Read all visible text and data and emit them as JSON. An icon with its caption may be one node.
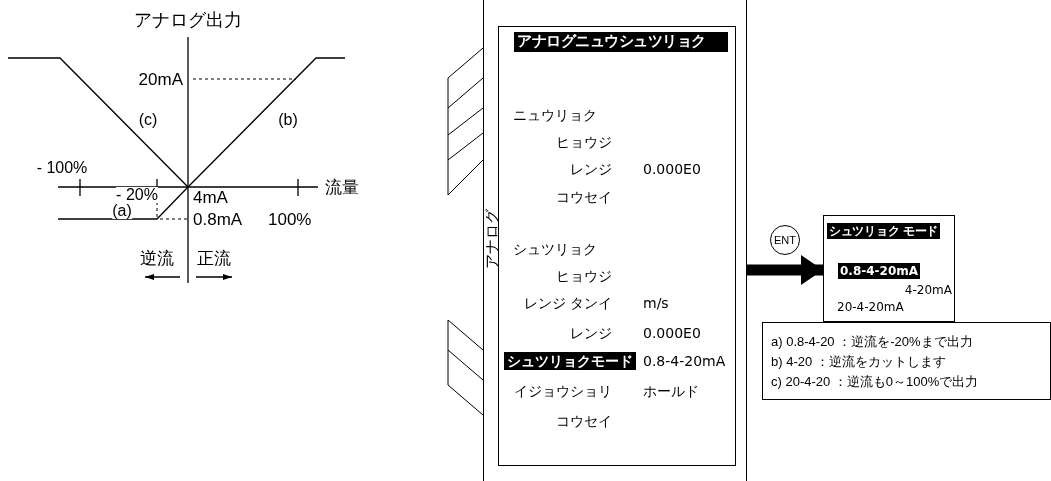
{
  "diagram": {
    "nodes": [
      {
        "text": [
          "アナログ"
        ]
      },
      {
        "text": [
          "アナログニュウシュツリョク",
          "ニュウリョク",
          "ヒョウジ",
          "レンジ",
          "0.000E0",
          "コウセイ",
          "シュツリョク",
          "ヒョウジ",
          "レンジ タンイ",
          "m/s",
          "レンジ",
          "0.000E0",
          "シュツリョクモード",
          "0.8-4-20mA",
          "イジョウショリ",
          "ホールド",
          "コウセイ"
        ],
        "in": 0
      },
      {
        "text": [
          "ENT"
        ]
      },
      {
        "text": [
          "シュツリョク モード",
          "0.8-4-20mA",
          "4-20mA",
          "20-4-20mA"
        ]
      },
      {
        "text": [
          "a) 0.8-4-20 ：逆流を-20%まで出力",
          "b) 4-20 ：逆流をカットします",
          "c) 20-4-20 ：逆流も0～100%で出力"
        ]
      }
    ],
    "edges": [
      {
        "from": 0,
        "to": 3,
        "arrow": "to"
      }
    ],
    "labels": [
      "アナログ出力",
      "20mA",
      "(c)",
      "(b)",
      "- 100%",
      "- 20%",
      "(a)",
      "4mA",
      "0.8mA",
      "100%",
      "流量",
      "逆流",
      "正流"
    ]
  }
}
